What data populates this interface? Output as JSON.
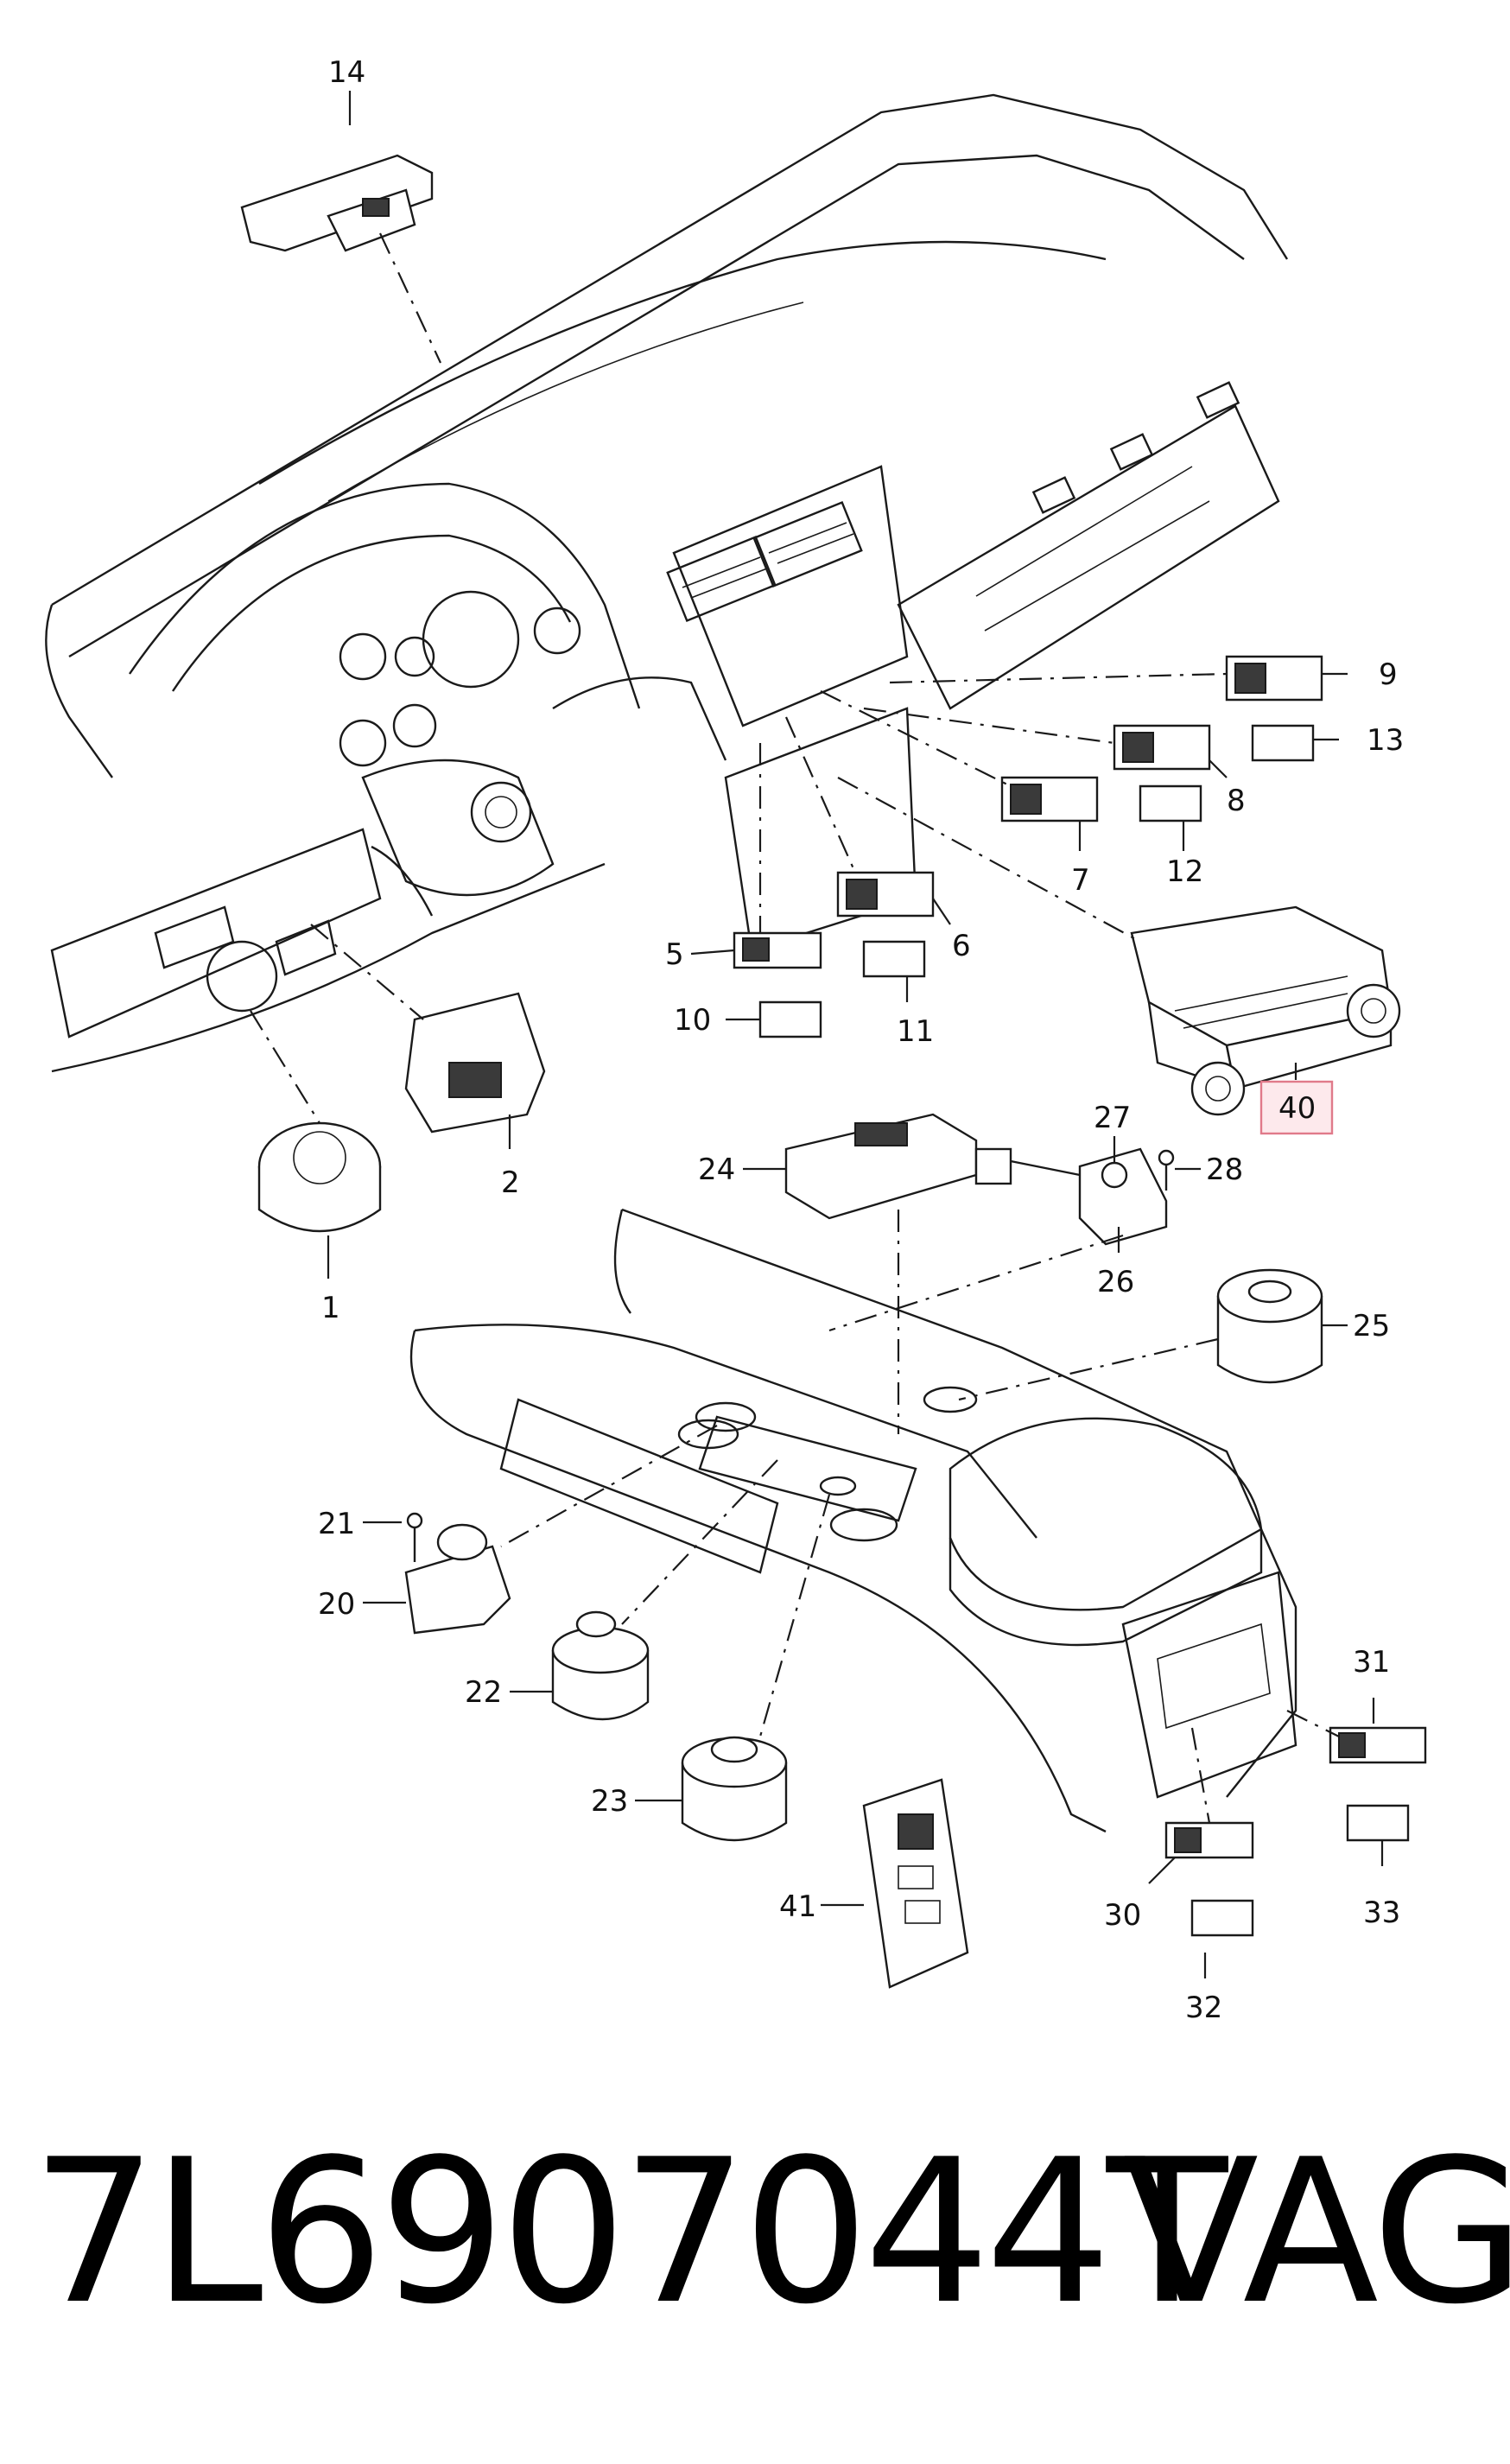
{
  "callouts": {
    "c1": "1",
    "c2": "2",
    "c5": "5",
    "c6": "6",
    "c7": "7",
    "c8": "8",
    "c9": "9",
    "c10": "10",
    "c11": "11",
    "c12": "12",
    "c13": "13",
    "c14": "14",
    "c20": "20",
    "c21": "21",
    "c22": "22",
    "c23": "23",
    "c24": "24",
    "c25": "25",
    "c26": "26",
    "c27": "27",
    "c28": "28",
    "c30": "30",
    "c31": "31",
    "c32": "32",
    "c33": "33",
    "c40": "40",
    "c41": "41"
  },
  "highlight_color": "#e07a8a",
  "footer": {
    "part_number": "7L6907044T",
    "brand": "VAG"
  }
}
